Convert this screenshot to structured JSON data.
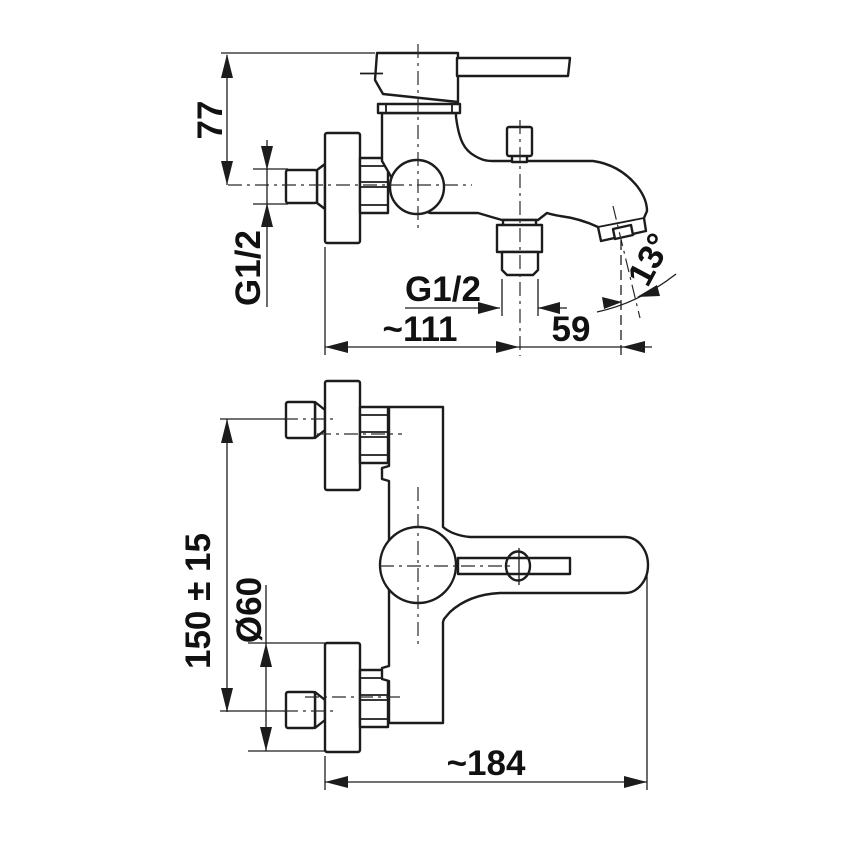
{
  "page": {
    "background": "#ffffff",
    "line_color": "#1c1c1c"
  },
  "drawing": {
    "type": "technical-dimension-drawing",
    "subject": "wall-mounted bath shower mixer tap",
    "views": [
      {
        "id": "side",
        "name": "side view (spout profile)"
      },
      {
        "id": "front",
        "name": "front view (wall connections)"
      }
    ]
  },
  "labels": {
    "side": {
      "height": "77",
      "wall_thread": "G1/2",
      "outlet_thread": "G1/2",
      "wall_to_outlet": "~111",
      "outlet_to_spout": "59",
      "spout_angle": "13°"
    },
    "front": {
      "connection_centers": "150 ± 15",
      "flange_diameter": "Ø60",
      "overall_width": "~184"
    }
  }
}
